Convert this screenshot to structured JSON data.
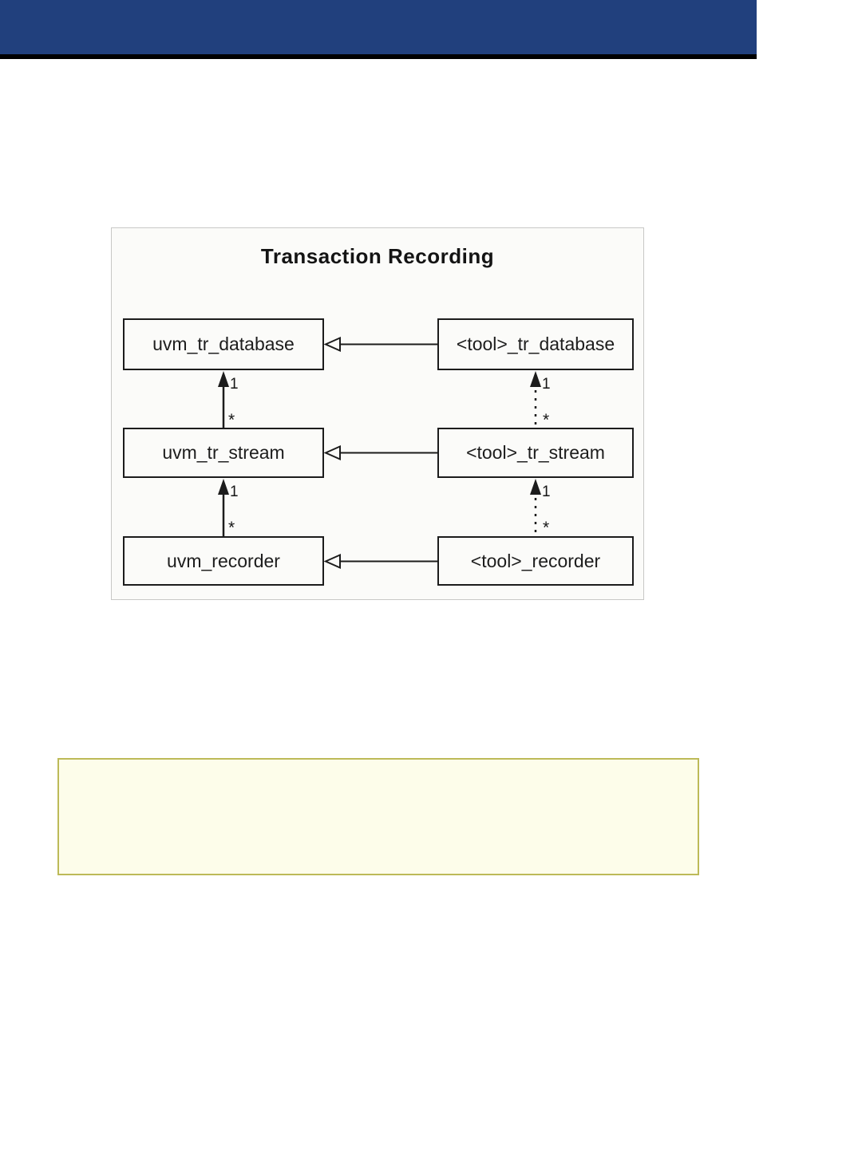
{
  "header": {
    "bar_color": "#21407d",
    "underline_color": "#000000"
  },
  "diagram": {
    "title": "Transaction Recording",
    "left_nodes": [
      "uvm_tr_database",
      "uvm_tr_stream",
      "uvm_recorder"
    ],
    "right_nodes": [
      "<tool>_tr_database",
      "<tool>_tr_stream",
      "<tool>_recorder"
    ],
    "multiplicity": {
      "one": "1",
      "many": "*"
    },
    "relations": [
      {
        "from": "<tool>_tr_database",
        "to": "uvm_tr_database",
        "type": "generalization",
        "line": "solid",
        "arrowhead": "open-triangle"
      },
      {
        "from": "<tool>_tr_stream",
        "to": "uvm_tr_stream",
        "type": "generalization",
        "line": "solid",
        "arrowhead": "open-triangle"
      },
      {
        "from": "<tool>_recorder",
        "to": "uvm_recorder",
        "type": "generalization",
        "line": "solid",
        "arrowhead": "open-triangle"
      },
      {
        "from": "uvm_tr_stream",
        "to": "uvm_tr_database",
        "type": "association",
        "line": "solid",
        "arrowhead": "filled-triangle",
        "multiplicity_target": "1",
        "multiplicity_source": "*"
      },
      {
        "from": "uvm_recorder",
        "to": "uvm_tr_stream",
        "type": "association",
        "line": "solid",
        "arrowhead": "filled-triangle",
        "multiplicity_target": "1",
        "multiplicity_source": "*"
      },
      {
        "from": "<tool>_tr_stream",
        "to": "<tool>_tr_database",
        "type": "association",
        "line": "dotted",
        "arrowhead": "filled-triangle",
        "multiplicity_target": "1",
        "multiplicity_source": "*"
      },
      {
        "from": "<tool>_recorder",
        "to": "<tool>_tr_stream",
        "type": "association",
        "line": "dotted",
        "arrowhead": "filled-triangle",
        "multiplicity_target": "1",
        "multiplicity_source": "*"
      }
    ],
    "background": "#fbfbf9",
    "border_color": "#c8c8c6",
    "node_border_color": "#1c1c1c"
  },
  "note_box": {
    "text": "",
    "background": "#fdfdea",
    "border_color": "#bdba58"
  }
}
